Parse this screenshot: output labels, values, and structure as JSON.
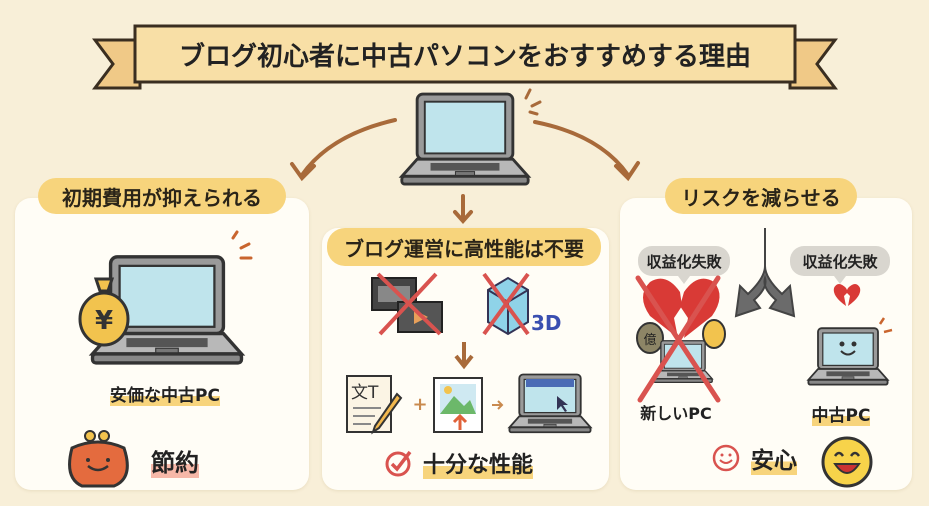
{
  "title": "ブログ初心者に中古パソコンをおすすめする理由",
  "sections": {
    "left": {
      "heading": "初期費用が抑えられる",
      "caption": "安価な中古PC",
      "result": "節約"
    },
    "middle": {
      "heading": "ブログ運営に高性能は不要",
      "result": "十分な性能",
      "icon_3d_text": "3D",
      "doc_icon_text": "文T"
    },
    "right": {
      "heading": "リスクを減らせる",
      "bubble_new": "収益化失敗",
      "bubble_used": "収益化失敗",
      "label_new": "新しいPC",
      "label_used": "中古PC",
      "result": "安心",
      "moneybag_text": "億"
    }
  },
  "icons": {
    "yen": "¥",
    "plus": "+"
  },
  "colors": {
    "background": "#f8efd8",
    "badge": "#f7d47c",
    "arrow": "#a86a3a",
    "cross": "#d9534f"
  }
}
